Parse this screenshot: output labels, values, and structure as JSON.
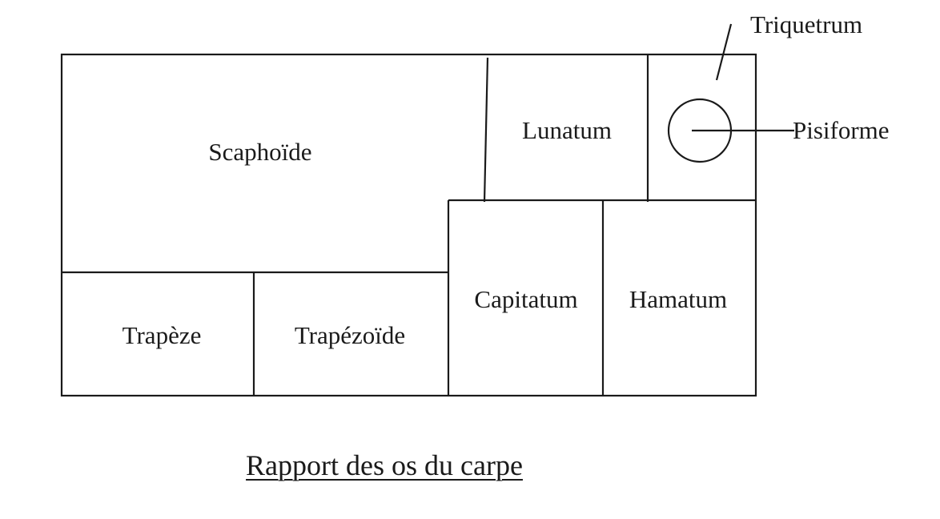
{
  "bones": {
    "scaphoide": "Scaphoïde",
    "lunatum": "Lunatum",
    "triquetrum": "Triquetrum",
    "pisiforme": "Pisiforme",
    "trapeze": "Trapèze",
    "trapezoide": "Trapézoïde",
    "capitatum": "Capitatum",
    "hamatum": "Hamatum"
  },
  "caption": "Rapport des os du carpe"
}
